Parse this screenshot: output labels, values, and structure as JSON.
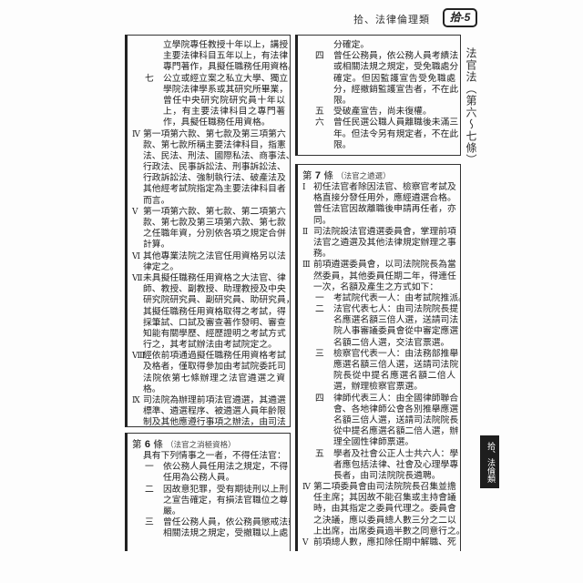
{
  "header": {
    "section_title": "拾、法律倫理類",
    "page_number": "拾-5"
  },
  "side_label": "法官法（第六～七條）",
  "side_tab": "拾、法倫類",
  "left_top": [
    {
      "type": "cont",
      "marker": "",
      "lines": [
        "立學院專任教授十年以上，講授",
        "主要法律科目五年以上，有法律",
        "專門著作，具擬任職務任用資格。"
      ]
    },
    {
      "type": "item",
      "marker": "七",
      "lines": [
        "公立或經立案之私立大學、獨立",
        "學院法律學系或其研究所畢業，",
        "曾任中央研究院研究員十年以",
        "上，有主要法律科目之專門著",
        "作，具擬任職務任用資格。"
      ]
    },
    {
      "type": "roman",
      "marker": "Ⅳ",
      "lines": [
        "第一項第六款、第七款及第三項第六",
        "款、第七款所稱主要法律科目，指憲",
        "法、民法、刑法、國際私法、商事法、",
        "行政法、民事訴訟法、刑事訴訟法、",
        "行政訴訟法、強制執行法、破產法及",
        "其他經考試院指定為主要法律科目者",
        "而言。"
      ]
    },
    {
      "type": "roman",
      "marker": "Ⅴ",
      "lines": [
        "第一項第六款、第七款、第二項第六",
        "款、第七款及第三項第六款、第七款",
        "之任職年資，分別依各項之規定合併",
        "計算。"
      ]
    },
    {
      "type": "roman",
      "marker": "Ⅵ",
      "lines": [
        "其他專業法院之法官任用資格另以法",
        "律定之。"
      ]
    },
    {
      "type": "roman",
      "marker": "Ⅶ",
      "lines": [
        "未具擬任職務任用資格之大法官、律",
        "師、教授、副教授、助理教授及中央",
        "研究院研究員、副研究員、助研究員，",
        "其擬任職務任用資格取得之考試，得",
        "採筆試、口試及審查著作發明、審查",
        "知能有關學歷、經歷證明之考試方式",
        "行之，其考試辦法由考試院定之。"
      ]
    },
    {
      "type": "roman",
      "marker": "Ⅷ",
      "lines": [
        "經依前項通過擬任職務任用資格考試",
        "及格者，僅取得參加由考試院委託司",
        "法院依第七條辦理之法官遴選之資",
        "格。"
      ]
    },
    {
      "type": "roman",
      "marker": "Ⅸ",
      "lines": [
        "司法院為辦理前項法官遴選，其遴選",
        "標準、遴選程序、被遴選人員年齡限",
        "制及其他應遵行事項之辦法，由司法",
        "院會同考試院定之。"
      ]
    }
  ],
  "article6": {
    "label": "第",
    "number": "6",
    "suffix": "條",
    "subtitle": "（法官之消極資格）",
    "paras": [
      {
        "type": "intro",
        "marker": "",
        "lines": [
          "具有下列情事之一者，不得任法官："
        ]
      },
      {
        "type": "item",
        "marker": "一",
        "lines": [
          "依公務人員任用法之規定，不得",
          "任用為公務人員。"
        ]
      },
      {
        "type": "item",
        "marker": "二",
        "lines": [
          "因故意犯罪，受有期徒刑以上刑",
          "之宣告確定，有損法官職位之尊",
          "嚴。"
        ]
      },
      {
        "type": "item",
        "marker": "三",
        "lines": [
          "曾任公務人員，依公務員懲戒法或",
          "相關法規之規定，受撤職以上處"
        ]
      }
    ]
  },
  "right_top": [
    {
      "type": "cont",
      "marker": "",
      "lines": [
        "分確定。"
      ]
    },
    {
      "type": "item",
      "marker": "四",
      "lines": [
        "曾任公務員，依公務人員考績法",
        "或相關法規之規定，受免職處分",
        "確定。但因監護宣告受免職處",
        "分，經撤銷監護宣告者，不在此",
        "限。"
      ]
    },
    {
      "type": "item",
      "marker": "五",
      "lines": [
        "受破產宣告，尚未復權。"
      ]
    },
    {
      "type": "item",
      "marker": "六",
      "lines": [
        "曾任民選公職人員離職後未滿三",
        "年。但法令另有規定者，不在此",
        "限。"
      ]
    }
  ],
  "article7": {
    "label": "第",
    "number": "7",
    "suffix": "條",
    "subtitle": "（法官之遴選）",
    "paras": [
      {
        "type": "roman",
        "marker": "Ⅰ",
        "lines": [
          "初任法官者除因法官、檢察官考試及",
          "格直接分發任用外，應經遴選合格。",
          "曾任法官因故離職後申請再任者，亦",
          "同。"
        ]
      },
      {
        "type": "roman",
        "marker": "Ⅱ",
        "lines": [
          "司法院設法官遴選委員會，掌理前項",
          "法官之遴選及其他法律規定辦理之事",
          "務。"
        ]
      },
      {
        "type": "roman",
        "marker": "Ⅲ",
        "lines": [
          "前項遴選委員會，以司法院院長為當",
          "然委員，其他委員任期二年，得連任",
          "一次，名額及產生之方式如下："
        ]
      },
      {
        "type": "item",
        "marker": "一",
        "lines": [
          "考試院代表一人：由考試院推派。"
        ]
      },
      {
        "type": "item",
        "marker": "二",
        "lines": [
          "法官代表七人：由司法院院長提",
          "名應選名額三倍人選，送請司法",
          "院人事審議委員會從中審定應選",
          "名額二倍人選，交法官票選。"
        ]
      },
      {
        "type": "item",
        "marker": "三",
        "lines": [
          "檢察官代表一人：由法務部推舉",
          "應選名額三倍人選，送請司法院",
          "院長從中提名應選名額二倍人",
          "選，辦理檢察官票選。"
        ]
      },
      {
        "type": "item",
        "marker": "四",
        "lines": [
          "律師代表三人：由全國律師聯合",
          "會、各地律師公會各別推舉應選",
          "名額三倍人選，送請司法院院長",
          "從中提名應選名額二倍人選，辦",
          "理全國性律師票選。"
        ]
      },
      {
        "type": "item",
        "marker": "五",
        "lines": [
          "學者及社會公正人士共六人：學",
          "者應包括法律、社會及心理學專",
          "長者，由司法院院長遴聘。"
        ]
      },
      {
        "type": "roman",
        "marker": "Ⅳ",
        "lines": [
          "第二項委員會由司法院院長召集並擔",
          "任主席；其因故不能召集或主持會議",
          "時，由其指定之委員代理之。委員會",
          "之決議，應以委員總人數三分之二以",
          "上出席，出席委員過半數之同意行之。"
        ]
      },
      {
        "type": "roman",
        "marker": "Ⅴ",
        "lines": [
          "前項總人數，應扣除任期中解職、死"
        ]
      }
    ]
  }
}
